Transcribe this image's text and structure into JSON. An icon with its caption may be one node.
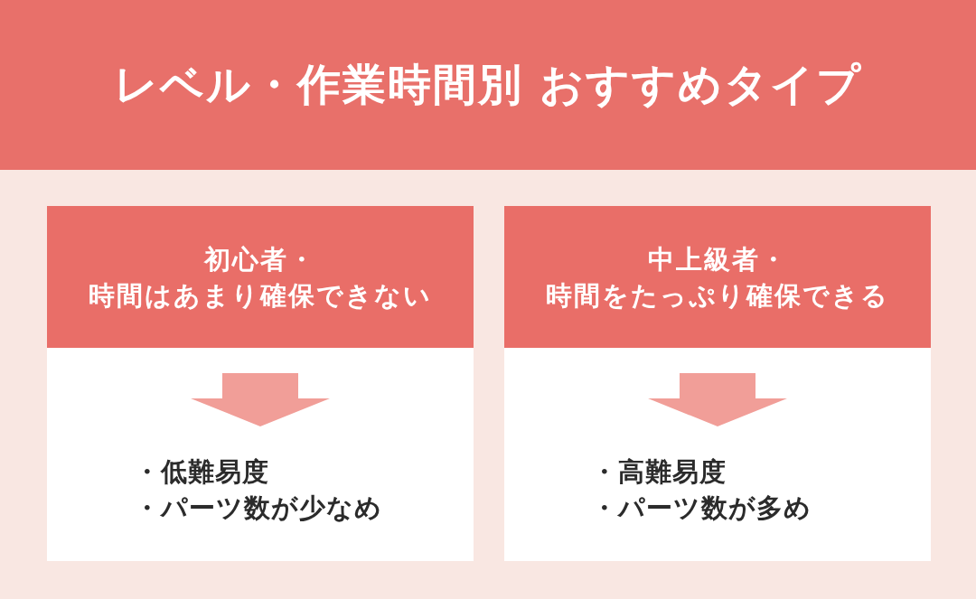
{
  "diagram": {
    "title": "レベル・作業時間別 おすすめタイプ",
    "nodes": [
      {
        "text": [],
        "shape": "box"
      },
      {
        "text": [
          "初心者・",
          "時間はあまり確保できない"
        ],
        "in": 0
      },
      {
        "text": [
          "・低難易度",
          "・パーツ数が少なめ"
        ],
        "in": 0
      },
      {
        "text": [],
        "shape": "box"
      },
      {
        "text": [
          "中上級者・",
          "時間をたっぷり確保できる"
        ],
        "in": 3
      },
      {
        "text": [
          "・高難易度",
          "・パーツ数が多め"
        ],
        "in": 3
      }
    ],
    "edges": [
      {
        "from": 1,
        "to": 2,
        "arrow": "to"
      },
      {
        "from": 4,
        "to": 5,
        "arrow": "to"
      }
    ]
  }
}
